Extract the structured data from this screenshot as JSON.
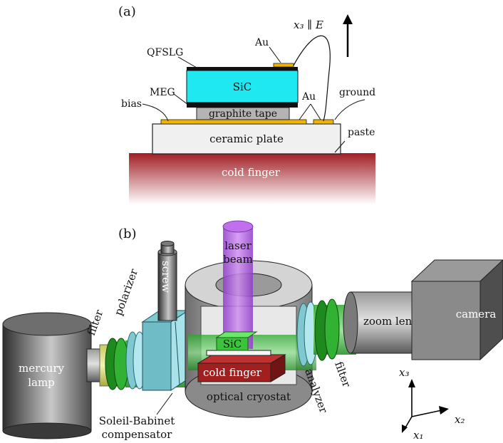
{
  "panel_a": {
    "tag": "(a)",
    "field_label": "x₃ ∥ E",
    "qfslg": "QFSLG",
    "au_top": "Au",
    "sic": "SiC",
    "meg": "MEG",
    "au_right": "Au",
    "ground": "ground",
    "bias": "bias",
    "graphite_tape": "graphite tape",
    "ceramic_plate": "ceramic plate",
    "paste": "paste",
    "cold_finger": "cold finger"
  },
  "panel_b": {
    "tag": "(b)",
    "screw": "screw",
    "laser_l1": "laser",
    "laser_l2": "beam",
    "filter_left": "filter",
    "polarizer": "polarizer",
    "mercury_l1": "mercury",
    "mercury_l2": "lamp",
    "sic": "SiC",
    "cold_finger": "cold finger",
    "optical_cryostat": "optical cryostat",
    "analyzer": "analyzer",
    "filter_right": "filter",
    "zoom_lens": "zoom lens",
    "camera": "camera",
    "sb_l1": "Soleil-Babinet",
    "sb_l2": "compensator",
    "axis_x3": "x₃",
    "axis_x2": "x₂",
    "axis_x1": "x₁"
  },
  "colors": {
    "sic": "#1fe8f0",
    "gold": "#f0b400",
    "cold_finger": "#a02020",
    "laser": "#b05be0",
    "beam_green": "#3cc33c",
    "ceramic": "#f0f0f0",
    "graphite": "#b4b4b4"
  }
}
